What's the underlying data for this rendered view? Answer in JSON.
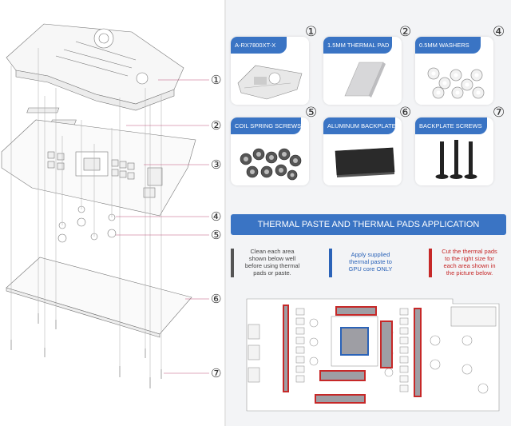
{
  "callouts": [
    "①",
    "②",
    "③",
    "④",
    "⑤",
    "⑥",
    "⑦"
  ],
  "parts": [
    {
      "badge": "①",
      "label": "A-RX7800XT-X",
      "icon": "water-block-icon"
    },
    {
      "badge": "②",
      "label": "1.5MM THERMAL PAD",
      "icon": "thermal-pad-icon"
    },
    {
      "badge": "④",
      "label": "0.5MM WASHERS",
      "icon": "washers-icon"
    },
    {
      "badge": "⑤",
      "label": "COIL SPRING SCREWS",
      "icon": "spring-screws-icon"
    },
    {
      "badge": "⑥",
      "label": "ALUMINUM BACKPLATE",
      "icon": "backplate-icon"
    },
    {
      "badge": "⑦",
      "label": "BACKPLATE SCREWS",
      "icon": "backplate-screws-icon"
    }
  ],
  "banner": "THERMAL PASTE AND THERMAL PADS APPLICATION",
  "instructions": [
    {
      "lines": [
        "Clean each area",
        "shown below well",
        "before using thermal",
        "pads or paste."
      ],
      "color": "#555555"
    },
    {
      "lines": [
        "Apply supplied",
        "thermal paste to",
        "GPU core ONLY"
      ],
      "color": "#2b63b8"
    },
    {
      "lines": [
        "Cut the thermal pads",
        "to the right size for",
        "each area shown in",
        "the picture below."
      ],
      "color": "#c62828"
    }
  ],
  "colors": {
    "accent": "#3a74c4",
    "paste": "#2b63b8",
    "pad": "#c62828",
    "clean": "#555555"
  }
}
